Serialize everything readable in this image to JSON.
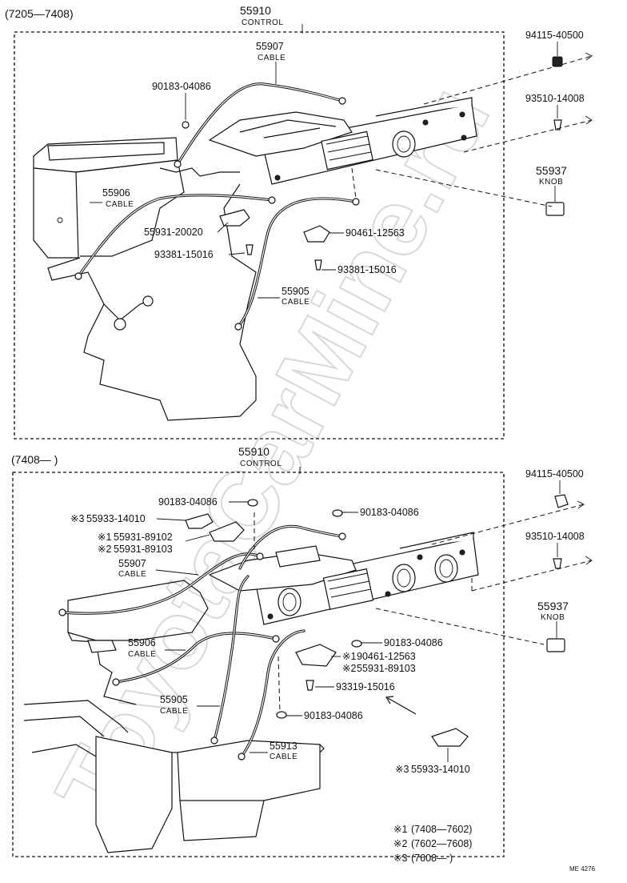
{
  "watermark": "ToyotaCarMine.ru",
  "top": {
    "range": "(7205—7408)",
    "control_no": "55910",
    "control_label": "CONTROL",
    "callouts": [
      {
        "no": "55907",
        "name": "CABLE"
      },
      {
        "no": "90183-04086",
        "name": ""
      },
      {
        "no": "55906",
        "name": "CABLE"
      },
      {
        "no": "55931-20020",
        "name": ""
      },
      {
        "no": "93381-15016",
        "name": ""
      },
      {
        "no": "90461-12563",
        "name": ""
      },
      {
        "no": "93381-15016",
        "name": ""
      },
      {
        "no": "55905",
        "name": "CABLE"
      },
      {
        "no": "94115-40500",
        "name": ""
      },
      {
        "no": "93510-14008",
        "name": ""
      },
      {
        "no": "55937",
        "name": "KNOB"
      }
    ]
  },
  "bottom": {
    "range": "(7408—      )",
    "control_no": "55910",
    "control_label": "CONTROL",
    "callouts": [
      {
        "no": "90183-04086",
        "name": ""
      },
      {
        "mark": "※3",
        "no": "55933-14010",
        "name": ""
      },
      {
        "no": "90183-04086",
        "name": ""
      },
      {
        "mark": "※1",
        "no": "55931-89102",
        "name": ""
      },
      {
        "mark": "※2",
        "no": "55931-89103",
        "name": ""
      },
      {
        "no": "55907",
        "name": "CABLE"
      },
      {
        "no": "55906",
        "name": "CABLE"
      },
      {
        "no": "90183-04086",
        "name": ""
      },
      {
        "mark": "※1",
        "no": "90461-12563",
        "name": ""
      },
      {
        "mark": "※2",
        "no": "55931-89103",
        "name": ""
      },
      {
        "no": "93319-15016",
        "name": ""
      },
      {
        "no": "55905",
        "name": "CABLE"
      },
      {
        "no": "90183-04086",
        "name": ""
      },
      {
        "no": "55913",
        "name": "CABLE"
      },
      {
        "mark": "※3",
        "no": "55933-14010",
        "name": ""
      },
      {
        "no": "94115-40500",
        "name": ""
      },
      {
        "no": "93510-14008",
        "name": ""
      },
      {
        "no": "55937",
        "name": "KNOB"
      }
    ],
    "notes": [
      {
        "mark": "※1",
        "text": "(7408—7602)"
      },
      {
        "mark": "※2",
        "text": "(7602—7608)"
      },
      {
        "mark": "※3",
        "text": "(7608—      )"
      }
    ]
  },
  "footer_code": "ME 4276"
}
